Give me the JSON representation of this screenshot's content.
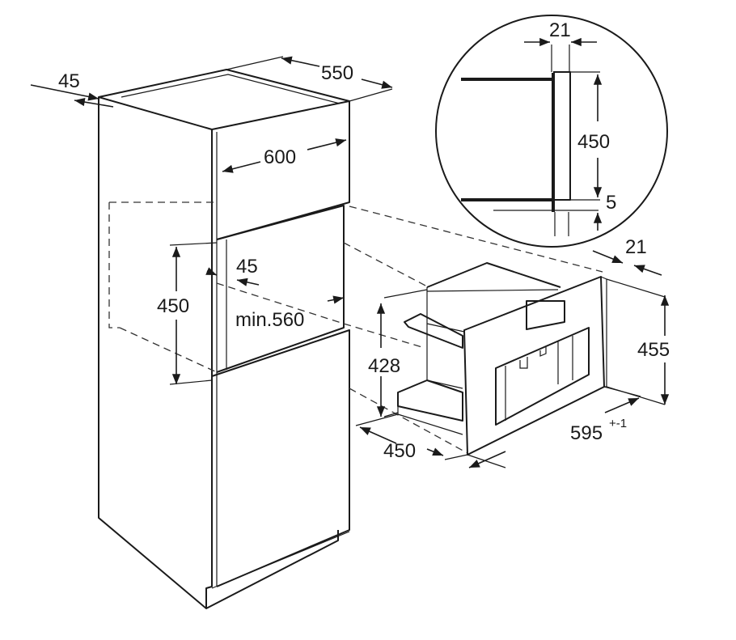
{
  "cabinet": {
    "side_depth": "45",
    "depth": "550",
    "width": "600",
    "niche_offset": "45",
    "niche_height": "450",
    "niche_depth": "min.560"
  },
  "appliance": {
    "height_body": "428",
    "depth": "450",
    "height_front": "455",
    "width": "595",
    "width_tolerance": "+-1",
    "front_thickness": "21"
  },
  "detail": {
    "panel_thickness": "21",
    "height": "450",
    "gap": "5"
  }
}
